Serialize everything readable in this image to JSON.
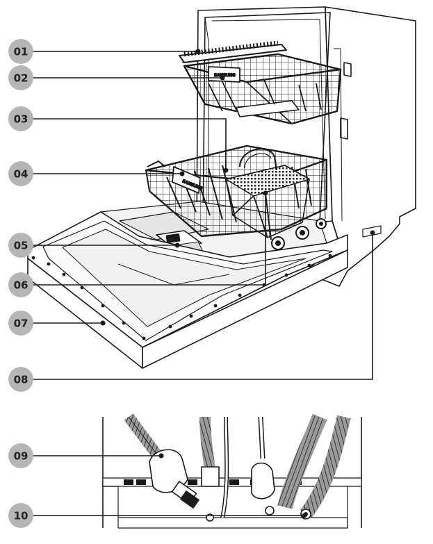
{
  "figure": {
    "labels": [
      "01",
      "02",
      "03",
      "04",
      "05",
      "06",
      "07",
      "08",
      "09",
      "10"
    ],
    "brand_mark": "SAMSUNG"
  },
  "colors": {
    "badge_fill": "#b5b5b5",
    "badge_text": "#222222",
    "line": "#1a1a1a",
    "paper": "#ffffff"
  }
}
